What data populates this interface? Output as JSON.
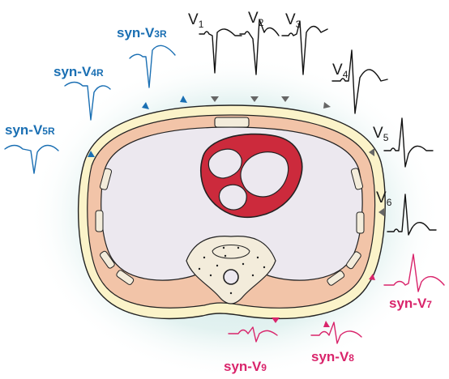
{
  "colors": {
    "right_leads": "#1a6fb3",
    "left_leads": "#111111",
    "posterior_leads": "#d9246b",
    "heart": "#cc2a3c",
    "halo": "#bfe0dd",
    "skin": "#fbf3c9",
    "muscle": "#f2c4a8",
    "cavity": "#ece8ef",
    "bone": "#f3ecdb"
  },
  "leads": {
    "v1": {
      "main": "V",
      "sub": "1"
    },
    "v2": {
      "main": "V",
      "sub": "2"
    },
    "v3": {
      "main": "V",
      "sub": "3"
    },
    "v4": {
      "main": "V",
      "sub": "4"
    },
    "v5": {
      "main": "V",
      "sub": "5"
    },
    "v6": {
      "main": "V",
      "sub": "6"
    },
    "v3r": {
      "main": "syn-V",
      "sub": "3R"
    },
    "v4r": {
      "main": "syn-V",
      "sub": "4R"
    },
    "v5r": {
      "main": "syn-V",
      "sub": "5R"
    },
    "v7": {
      "main": "syn-V",
      "sub": "7"
    },
    "v8": {
      "main": "syn-V",
      "sub": "8"
    },
    "v9": {
      "main": "syn-V",
      "sub": "9"
    }
  }
}
